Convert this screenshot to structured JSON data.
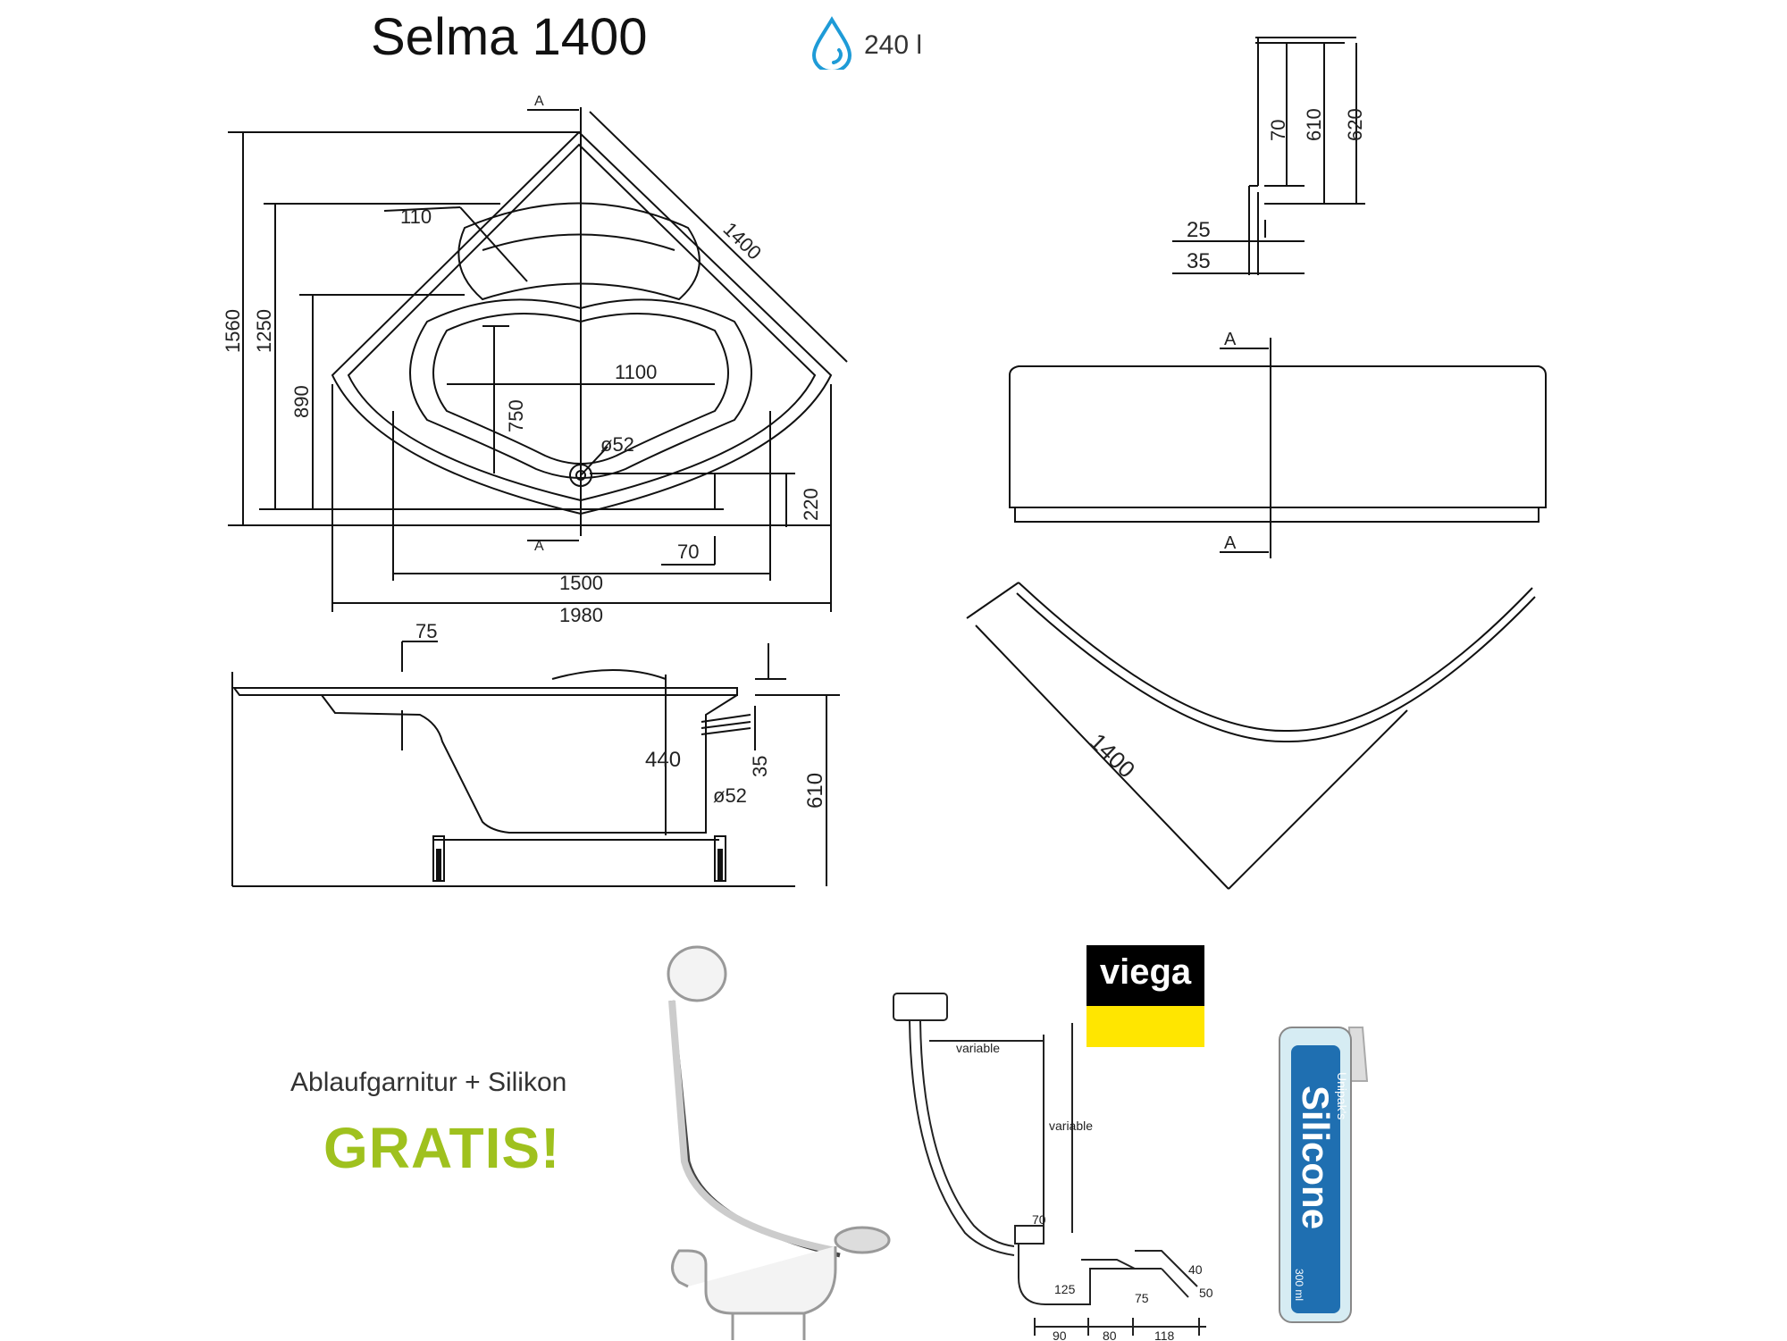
{
  "product": {
    "title": "Selma 1400",
    "volume": "240 l"
  },
  "top_view": {
    "section_marks": [
      "A",
      "A"
    ],
    "dimensions": {
      "overall_depth": "1560",
      "inner_rim": "1250",
      "basin_depth": "890",
      "rim_width": "110",
      "diagonal": "1400",
      "basin_length": "1100",
      "basin_width": "750",
      "drain": "ø52",
      "drain_offset": "220",
      "side_length": "1500",
      "overall_width": "1980",
      "overflow_offset": "70"
    }
  },
  "side_section": {
    "dimensions": {
      "rim": "75",
      "inner_depth": "440",
      "overflow": "35",
      "drain": "ø52",
      "total_height": "610"
    }
  },
  "edge_detail": {
    "dimensions": {
      "lip": "70",
      "height_a": "610",
      "height_b": "620",
      "wall_a": "25",
      "wall_b": "35"
    }
  },
  "front_panel": {
    "section_marks": [
      "A",
      "A"
    ]
  },
  "curved_panel": {
    "dimensions": {
      "chord": "1400"
    }
  },
  "promo": {
    "line1": "Ablaufgarnitur + Silikon",
    "line2": "GRATIS!"
  },
  "drain_diagram": {
    "labels": {
      "variable_h": "variable",
      "variable_v": "variable",
      "d70": "70",
      "d40": "40",
      "d50": "50",
      "d125": "125",
      "d75": "75",
      "d90": "90",
      "d80": "80",
      "d118": "118"
    }
  },
  "brand": {
    "name": "viega"
  },
  "silicone": {
    "label": "Silicone",
    "sub": "Unipak's",
    "volume": "300 ml"
  },
  "colors": {
    "gratis": "#9fc11e",
    "drop": "#1e9bd7",
    "viega_yellow": "#ffe600"
  }
}
